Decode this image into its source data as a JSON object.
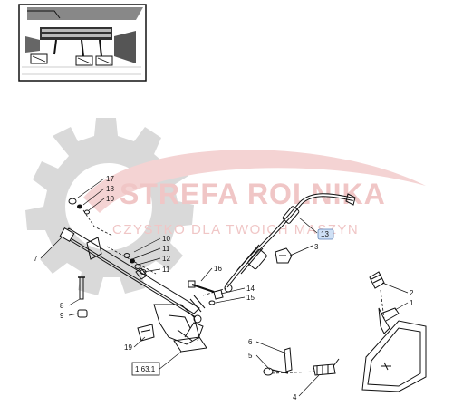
{
  "watermark": {
    "title": "STREFA ROLNIKA",
    "subtitle": "CZYSTKO DLA TWOICH MASZYN"
  },
  "colors": {
    "watermark_red": "#f0c6c6",
    "watermark_gear": "#d9d9d9",
    "line": "#111111",
    "highlight_box": "#cfe0f5",
    "highlight_border": "#5b7fb5"
  },
  "labels": {
    "p17": "17",
    "p18": "18",
    "p10a": "10",
    "p7": "7",
    "p10b": "10",
    "p11a": "11",
    "p12": "12",
    "p11b": "11",
    "p16": "16",
    "p14": "14",
    "p15": "15",
    "p8": "8",
    "p9": "9",
    "p19": "19",
    "ref_163": "1.63.1",
    "p13": "13",
    "p3": "3",
    "p2": "2",
    "p1": "1",
    "p6": "6",
    "p5": "5",
    "p4": "4"
  }
}
